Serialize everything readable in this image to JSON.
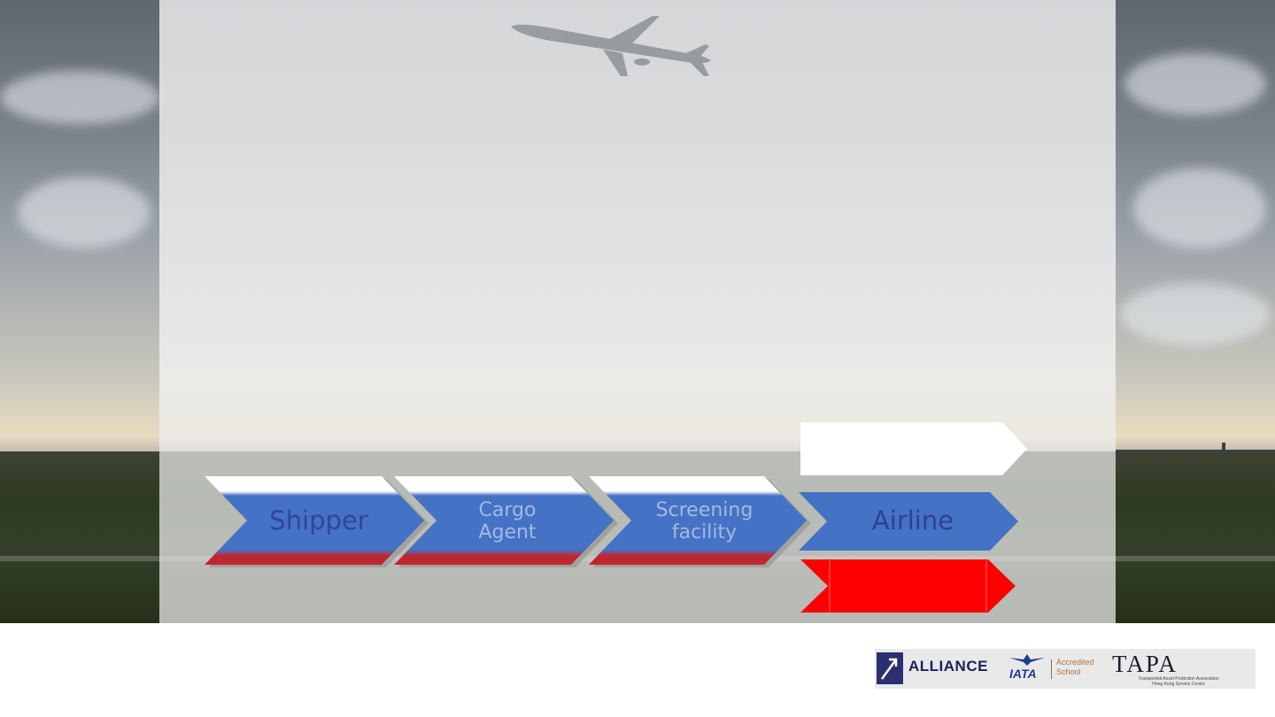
{
  "flow": {
    "steps": [
      {
        "label": "Shipper"
      },
      {
        "label": "Cargo\nAgent"
      },
      {
        "label": "Screening\nfacility"
      },
      {
        "label": "Airline"
      }
    ],
    "top_box_label": "",
    "bottom_box_label": ""
  },
  "colors": {
    "blue": "#4472c4",
    "red": "#ff0000",
    "white": "#ffffff",
    "band_red": "#c0262f"
  },
  "logo": {
    "alliance": "ALLIANCE",
    "iata": "IATA",
    "accredited_line1": "Accredited",
    "accredited_line2": "School",
    "tapa": "TAPA",
    "tapa_sub": "Transported Asset Protection Association\nHong Kong Service Centre"
  },
  "icons": [
    "airplane-icon",
    "alliance-logo-icon"
  ]
}
